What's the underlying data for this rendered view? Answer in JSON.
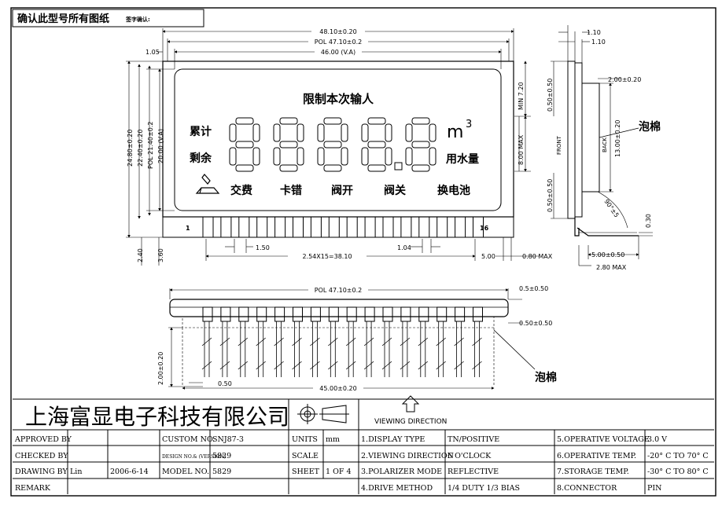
{
  "header": {
    "title": "确认此型号所有图纸",
    "subtitle": "签字确认:"
  },
  "dims_top": {
    "overall": "48.10±0.20",
    "pol": "POL 47.10±0.2",
    "va": "46.00 (V.A)",
    "left_offset": "1.05"
  },
  "dims_left": {
    "outer": "24.80±0.20",
    "glass": "22.40±0.20",
    "pol": "POL 21.40±0.2",
    "va": "20.00 (V.A)"
  },
  "dims_bottom_front": {
    "a": "2.40",
    "b": "3.60",
    "pin_w": "1.50",
    "pin_pitch": "1.04",
    "pin_span": "2.54X15=38.10",
    "right_a": "5.00",
    "right_b": "0.80 MAX"
  },
  "dims_right_front": {
    "top": "MIN 7.20",
    "digit": "8.00 MAX"
  },
  "lcd": {
    "limit_label": "限制本次输人",
    "cumulative_label": "累计",
    "remaining_label": "剩余",
    "unit_m3": "m",
    "unit_sup": "3",
    "water_label": "用水量",
    "pin_first": "1",
    "pin_last": "16",
    "icons": [
      "交费",
      "卡错",
      "阀开",
      "阀关",
      "换电池"
    ]
  },
  "side_view": {
    "top_a": "1.10",
    "top_b": "1.10",
    "upper": "0.50±0.50",
    "lower": "0.50±0.50",
    "back_w": "2.00±0.20",
    "back_h": "13.00±0.20",
    "front_label": "FRONT",
    "back_label": "BACK",
    "foam": "泡棉",
    "angle": "90°±5",
    "pin_h": "0.30",
    "bottom_a": "5.00±0.50",
    "bottom_b": "2.80 MAX"
  },
  "pin_view": {
    "pol": "POL 47.10±0.2",
    "right_top": "0.5±0.50",
    "right_mid": "0.50±0.50",
    "height": "2.00±0.20",
    "left_small": "0.50",
    "span": "45.00±0.20",
    "foam": "泡棉"
  },
  "company": {
    "name": "上海富显电子科技有限公司",
    "viewing": "VIEWING DIRECTION"
  },
  "title_block": {
    "rows": [
      [
        "APPROVED BY",
        "",
        "",
        "CUSTOM NO.",
        "SNJ87-3",
        "UNITS",
        "mm",
        "1.DISPLAY TYPE",
        "TN/POSITIVE",
        "5.OPERATIVE VOLTAGE",
        "3.0 V"
      ],
      [
        "CHECKED BY",
        "",
        "",
        "DESIGN NO.& (VERSION)",
        "5829",
        "SCALE",
        "",
        "2.VIEWING DIRECTION",
        "6 O'CLOCK",
        "6.OPERATIVE TEMP.",
        "-20° C TO 70° C"
      ],
      [
        "DRAWING BY",
        "Lin",
        "2006-6-14",
        "MODEL NO.",
        "5829",
        "SHEET",
        "1 OF 4",
        "3.POLARIZER MODE",
        "REFLECTIVE",
        "7.STORAGE TEMP.",
        "-30° C TO 80° C"
      ],
      [
        "REMARK",
        "",
        "",
        "",
        "",
        "",
        "",
        "4.DRIVE METHOD",
        "1/4 DUTY  1/3 BIAS",
        "8.CONNECTOR",
        "PIN"
      ]
    ]
  }
}
